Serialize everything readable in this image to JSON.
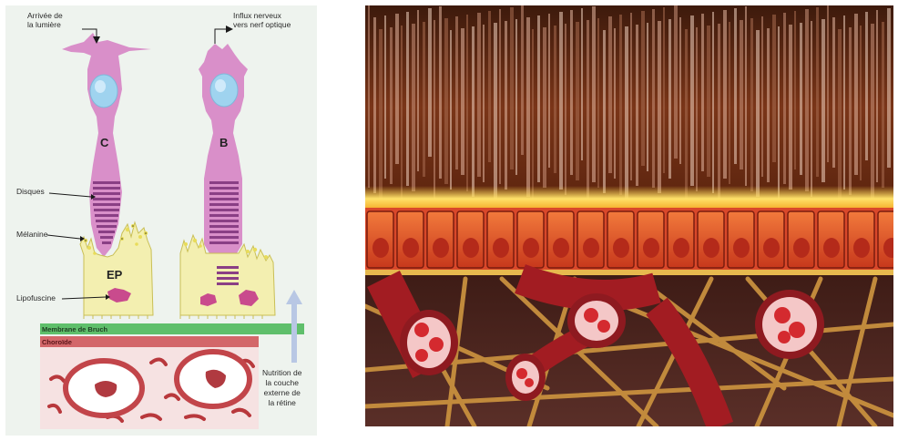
{
  "diagram": {
    "labels": {
      "light_arrival": [
        "Arrivée de",
        "la lumière"
      ],
      "nerve_impulse": [
        "Influx nerveux",
        "vers nerf optique"
      ],
      "cone": "C",
      "rod": "B",
      "disks": "Disques",
      "melanin": "Mélanine",
      "rpe": "EP",
      "lipofuscin": "Lipofuscine",
      "bruch": "Membrane de Bruch",
      "choroid": "Choroïde",
      "nutrition": [
        "Nutrition de",
        "la couche",
        "externe de",
        "la rétine"
      ]
    }
  },
  "colors": {
    "panel_bg": "#eef3ee",
    "photoreceptor": "#d98fc9",
    "nucleus": "#9fd3ef",
    "disk": "#8a3f85",
    "rpe": "#f3efb0",
    "melanin": "#e8dc5a",
    "lipofuscin": "#c94b8d",
    "bruch": "#5fbf6b",
    "choroid": "#d3676a",
    "arrow": "#b8c7e4",
    "photo_layer": "#6b2a12",
    "rpe_illus": "#e55a2c",
    "vessel": "#b5242a",
    "fiber": "#c8903e"
  },
  "icons": {
    "up_arrow": "nutrition-arrow-icon"
  }
}
